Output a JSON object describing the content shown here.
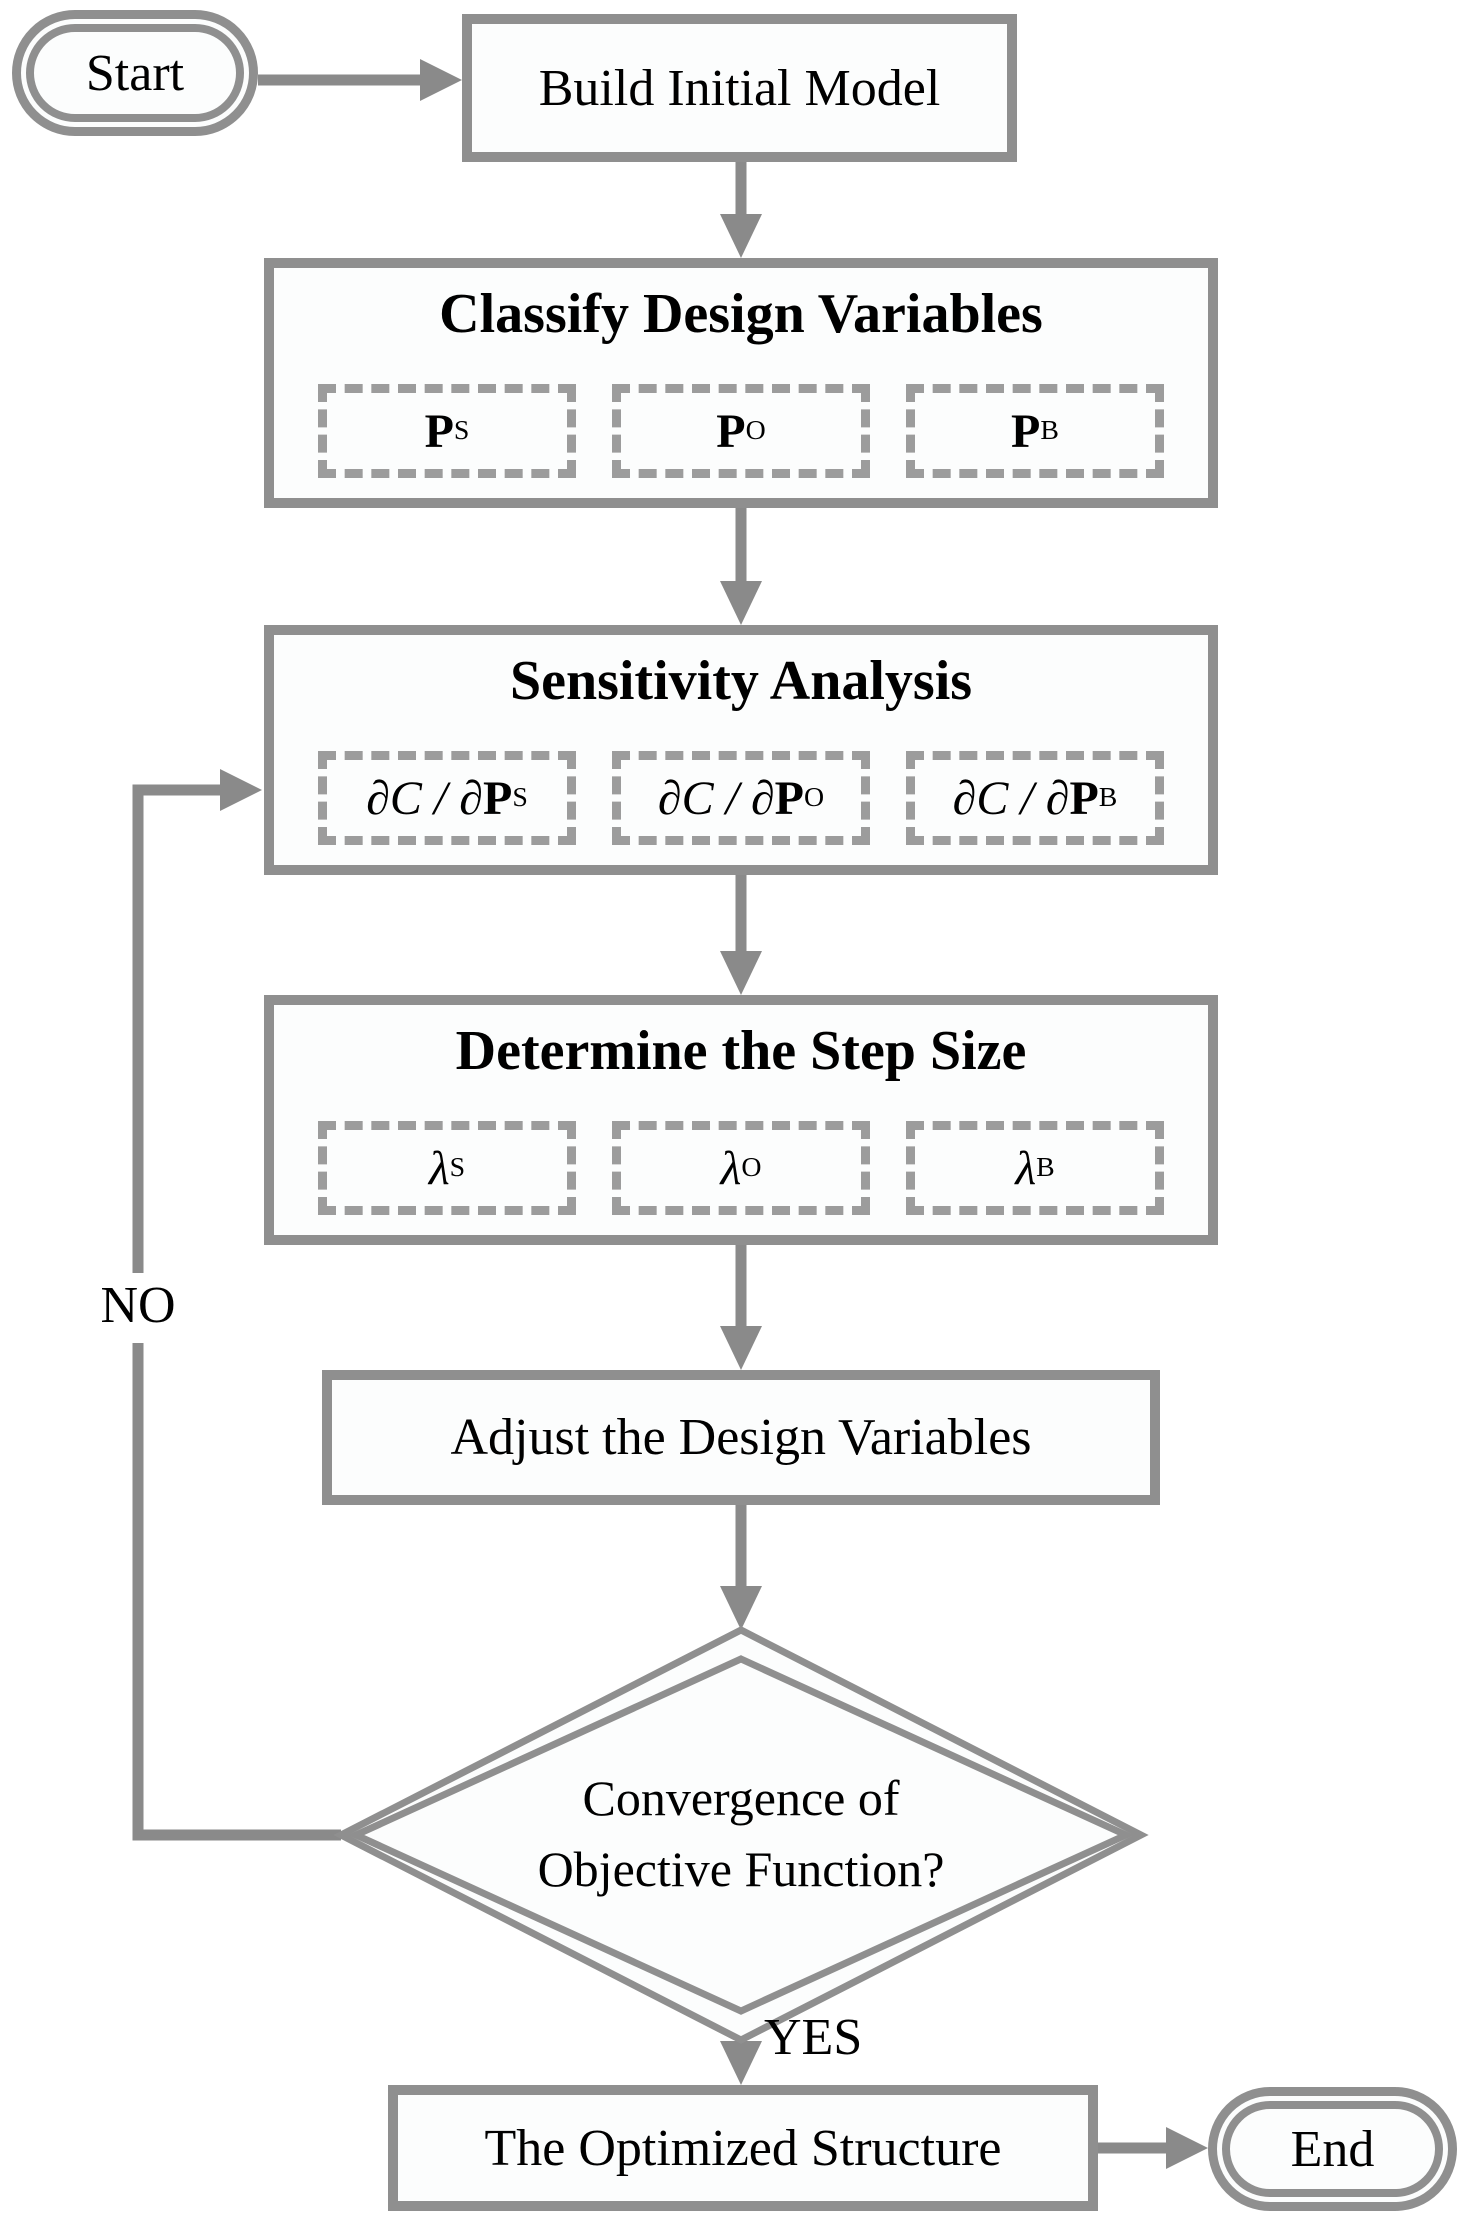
{
  "figure": {
    "type": "flowchart"
  },
  "palette": {
    "line_stroke": "#8a8a8a",
    "box_border": "#8f8f8f",
    "dashed_border": "#9c9c9c",
    "text": "#000000",
    "background": "#ffffff"
  },
  "nodes": {
    "start": {
      "label": "Start"
    },
    "build": {
      "label": "Build Initial Model"
    },
    "classify": {
      "title": "Classify Design Variables",
      "items": [
        {
          "b": "P",
          "sup": "S"
        },
        {
          "b": "P",
          "sup": "O"
        },
        {
          "b": "P",
          "sup": "B"
        }
      ]
    },
    "sensitivity": {
      "title": "Sensitivity Analysis",
      "items": [
        {
          "it": "∂C / ∂",
          "b": "P",
          "sup": "S"
        },
        {
          "it": "∂C / ∂",
          "b": "P",
          "sup": "O"
        },
        {
          "it": "∂C / ∂",
          "b": "P",
          "sup": "B"
        }
      ]
    },
    "step": {
      "title": "Determine the Step Size",
      "items": [
        {
          "it": "λ",
          "sup": "S"
        },
        {
          "it": "λ",
          "sup": "O"
        },
        {
          "it": "λ",
          "sup": "B"
        }
      ]
    },
    "adjust": {
      "label": "Adjust the Design Variables"
    },
    "decision": {
      "line1": "Convergence of",
      "line2": "Objective Function?"
    },
    "optimized": {
      "label": "The Optimized Structure"
    },
    "end": {
      "label": "End"
    }
  },
  "edges": {
    "yes_label": "YES",
    "no_label": "NO"
  }
}
